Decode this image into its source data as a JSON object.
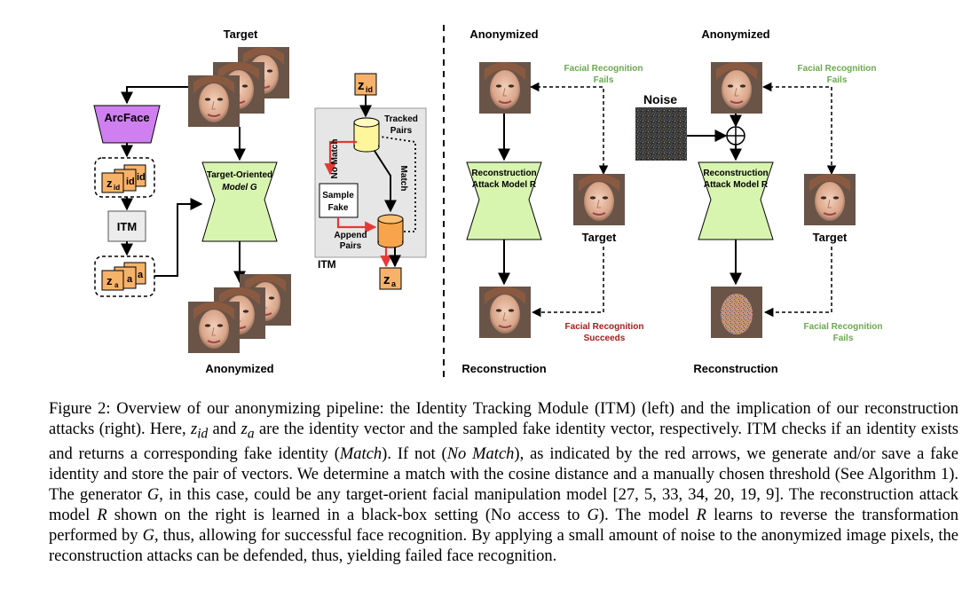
{
  "left": {
    "target_label": "Target",
    "anonymized_label": "Anonymized",
    "arcface_label": "ArcFace",
    "itm_box_label": "ITM",
    "zid_stack": [
      "z",
      "id",
      "id",
      "id"
    ],
    "za_stack": [
      "z",
      "a",
      "a",
      "a"
    ],
    "model_label_line1": "Target-Oriented",
    "model_label_line2": "Model G"
  },
  "itm_detail": {
    "zid_main": "z",
    "zid_sub": "id",
    "za_main": "z",
    "za_sub": "a",
    "tracked_line1": "Tracked",
    "tracked_line2": "Pairs",
    "no_match": "No Match",
    "match": "Match",
    "sample_line1": "Sample",
    "sample_line2": "Fake",
    "append_line1": "Append",
    "append_line2": "Pairs",
    "itm_label": "ITM"
  },
  "right1": {
    "anonymized_label": "Anonymized",
    "fr_top_line1": "Facial Recognition",
    "fr_top_line2": "Fails",
    "model_line1": "Reconstruction",
    "model_line2": "Attack Model R",
    "target_label": "Target",
    "fr_bottom_line1": "Facial Recognition",
    "fr_bottom_line2": "Succeeds",
    "reconstruction_label": "Reconstruction"
  },
  "right2": {
    "anonymized_label": "Anonymized",
    "noise_label": "Noise",
    "fr_top_line1": "Facial Recognition",
    "fr_top_line2": "Fails",
    "model_line1": "Reconstruction",
    "model_line2": "Attack Model R",
    "target_label": "Target",
    "fr_bottom_line1": "Facial Recognition",
    "fr_bottom_line2": "Fails",
    "reconstruction_label": "Reconstruction"
  },
  "colors": {
    "arcface": "#d07ff0",
    "model_fill": "#d8f5b0",
    "z_box": "#f7b26a",
    "itm_bg": "#e6e6e6",
    "cyl_yellow": "#fff59a",
    "cyl_orange": "#f7a44a",
    "fail_green": "#6aa84f",
    "success_red": "#a61c1c",
    "arrow_red": "#e53935"
  },
  "caption": {
    "p1": "Figure 2:  Overview of our anonymizing pipeline:  the Identity Tracking Module (ITM) (left) and the implication of our reconstruction attacks (right).  Here, ",
    "zid": "z",
    "zid_sub": "id",
    "p2": " and ",
    "za": "z",
    "za_sub": "a",
    "p3": " are the identity vector and the sampled fake identity vector, respectively. ITM checks if an identity exists and returns a corresponding fake identity (",
    "match": "Match",
    "p4": ").  If not (",
    "no_match": "No Match",
    "p5": "), as indicated by the red arrows, we generate and/or save a fake identity and store the pair of vectors.  We determine a match with the cosine distance and a manually chosen threshold (See Algorithm 1). The generator ",
    "g1": "G",
    "p6": ", in this case, could be any target-orient facial manipulation model [27, 5, 33, 34, 20, 19, 9]. The reconstruction attack model ",
    "r1": "R",
    "p7": " shown on the right is learned in a black-box setting (No access to ",
    "g2": "G",
    "p8": "). The model ",
    "r2": "R",
    "p9": " learns to reverse the transformation performed by ",
    "g3": "G",
    "p10": ", thus, allowing for successful face recognition.  By applying a small amount of noise to the anonymized image pixels, the reconstruction attacks can be defended, thus, yielding failed face recognition."
  }
}
